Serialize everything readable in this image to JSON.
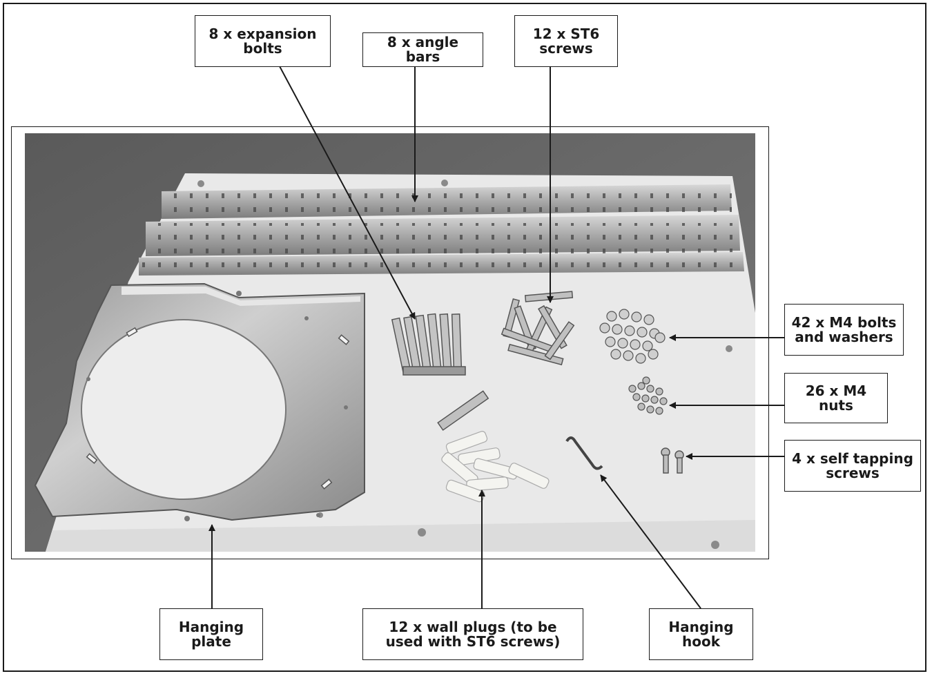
{
  "labels": {
    "expansion_bolts": "8 x expansion\nbolts",
    "angle_bars": "8 x angle\nbars",
    "st6_screws": "12 x ST6\nscrews",
    "m4_bolts": "42 x M4 bolts\nand washers",
    "m4_nuts": "26 x M4\nnuts",
    "self_tapping": "4 x self tapping\nscrews",
    "hanging_plate": "Hanging\nplate",
    "wall_plugs": "12 x wall plugs (to be\nused with ST6 screws)",
    "hanging_hook": "Hanging\nhook"
  },
  "colors": {
    "ink": "#1a1a1a",
    "background_wall": "#6e6e6e",
    "board": "#e6e6e6",
    "metal": "#b8b8b8"
  }
}
